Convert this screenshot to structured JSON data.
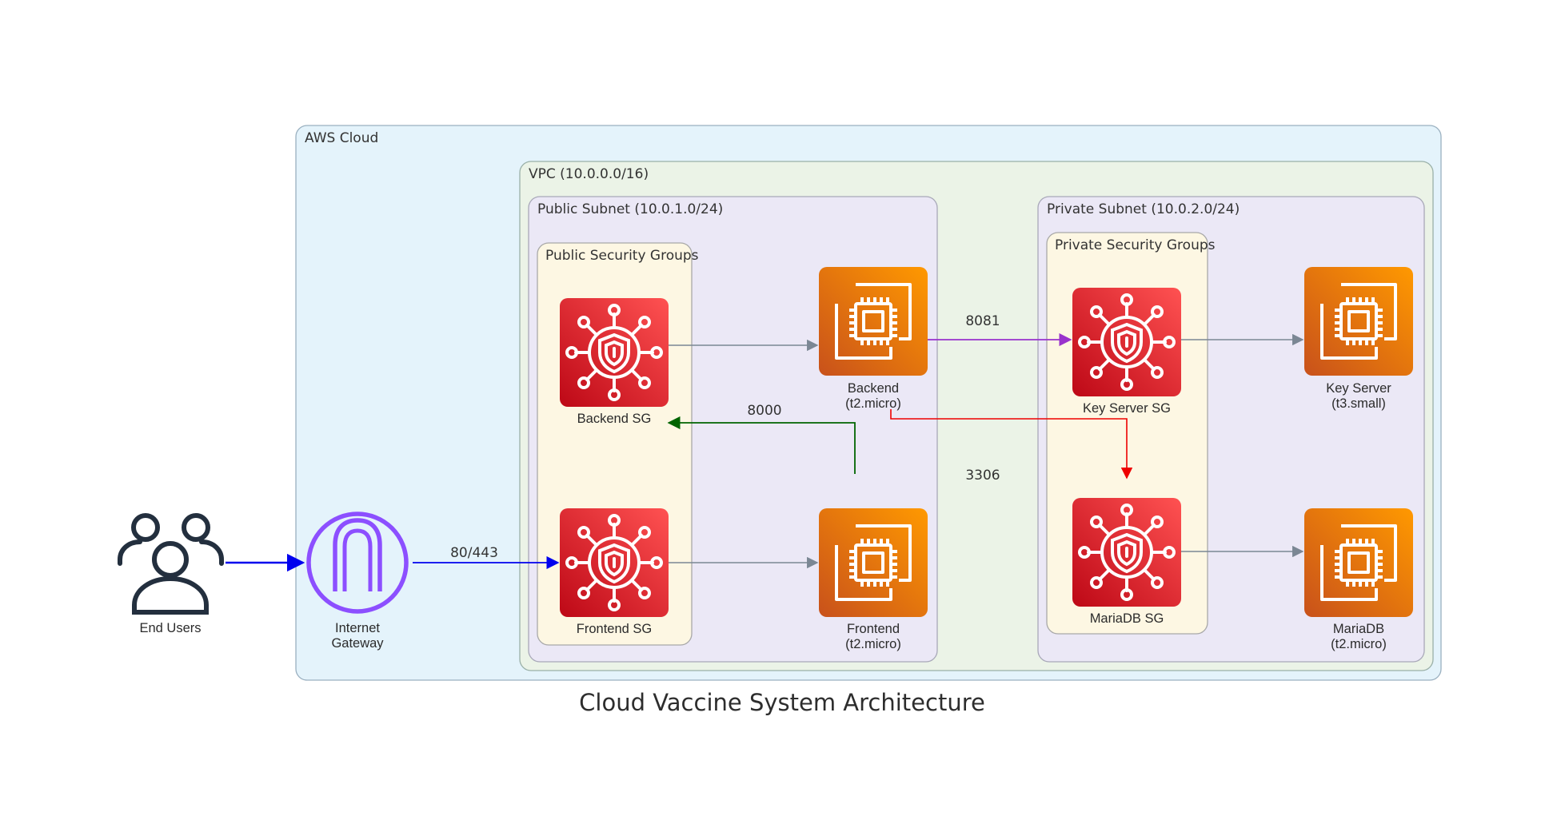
{
  "title": "Cloud Vaccine System Architecture",
  "clusters": {
    "aws_cloud": "AWS Cloud",
    "vpc": "VPC (10.0.0.0/16)",
    "public_subnet": "Public Subnet (10.0.1.0/24)",
    "private_subnet": "Private Subnet (10.0.2.0/24)",
    "public_sg": "Public Security Groups",
    "private_sg": "Private Security Groups"
  },
  "nodes": {
    "end_users": [
      "End Users"
    ],
    "internet_gateway": [
      "Internet",
      "Gateway"
    ],
    "backend_sg": [
      "Backend SG"
    ],
    "frontend_sg": [
      "Frontend SG"
    ],
    "backend": [
      "Backend",
      "(t2.micro)"
    ],
    "frontend": [
      "Frontend",
      "(t2.micro)"
    ],
    "key_server_sg": [
      "Key Server SG"
    ],
    "mariadb_sg": [
      "MariaDB SG"
    ],
    "key_server": [
      "Key Server",
      "(t3.small)"
    ],
    "mariadb": [
      "MariaDB",
      "(t2.micro)"
    ]
  },
  "edges": {
    "https": "80/443",
    "backend_api": "8000",
    "key_api": "8081",
    "db": "3306"
  },
  "icons": {
    "end_users": "users-icon",
    "internet_gateway": "internet-gateway-icon",
    "security_group": "security-group-shield-icon",
    "ec2": "ec2-instance-chip-icon"
  },
  "colors": {
    "aws_cloud_fill": "#e4f3fb",
    "vpc_fill": "#ebf3e7",
    "subnet_fill": "#ebe8f6",
    "sg_fill": "#fdf7e3",
    "sg_icon": "#dd344c",
    "ec2_icon": "#ed7100",
    "gateway": "#8c4fff",
    "edge_default": "#7b8794",
    "edge_https": "#0000ee",
    "edge_backend_api": "#006400",
    "edge_key_api": "#9932cc",
    "edge_db": "#ee0000"
  }
}
